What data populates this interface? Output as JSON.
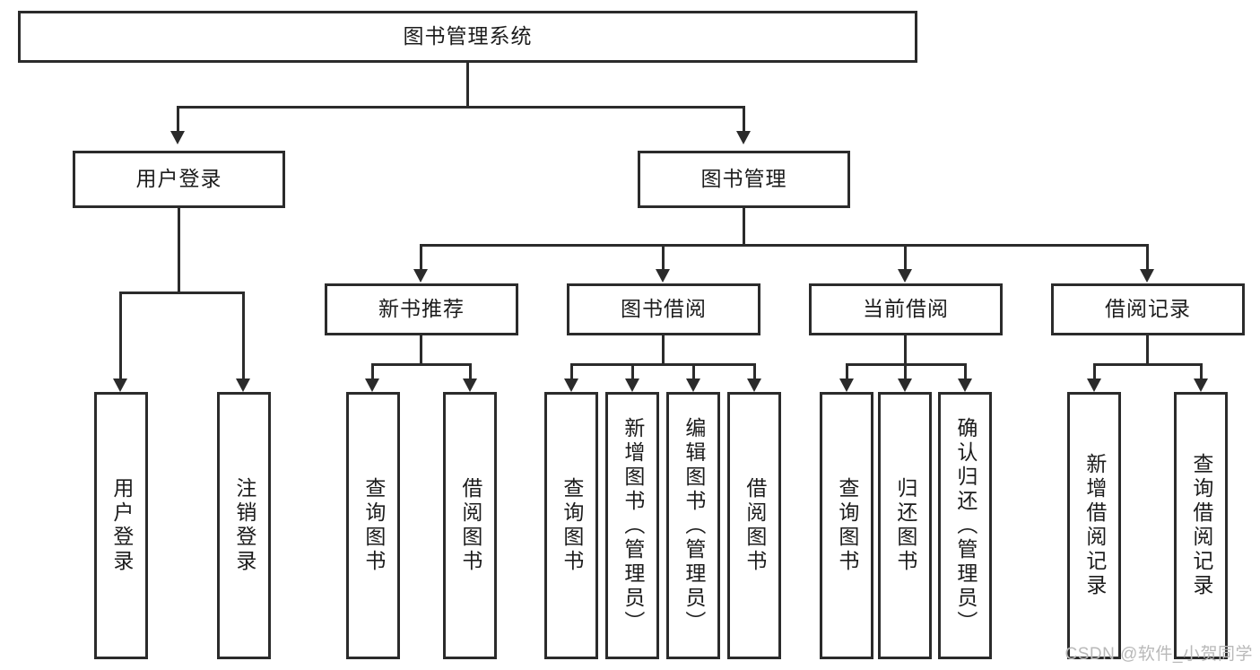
{
  "diagram": {
    "title": "图书管理系统",
    "type": "hierarchy-tree",
    "root": {
      "label": "图书管理系统"
    },
    "level2": [
      {
        "label": "用户登录"
      },
      {
        "label": "图书管理"
      }
    ],
    "level3": [
      {
        "label": "新书推荐"
      },
      {
        "label": "图书借阅"
      },
      {
        "label": "当前借阅"
      },
      {
        "label": "借阅记录"
      }
    ],
    "leaves": {
      "user_login": [
        {
          "label": "用户登录"
        },
        {
          "label": "注销登录"
        }
      ],
      "new_book_recommend": [
        {
          "label": "查询图书"
        },
        {
          "label": "借阅图书"
        }
      ],
      "book_borrow": [
        {
          "label": "查询图书"
        },
        {
          "label": "新增图书（管理员）"
        },
        {
          "label": "编辑图书（管理员）"
        },
        {
          "label": "借阅图书"
        }
      ],
      "current_borrow": [
        {
          "label": "查询图书"
        },
        {
          "label": "归还图书"
        },
        {
          "label": "确认归还（管理员）"
        }
      ],
      "borrow_record": [
        {
          "label": "新增借阅记录"
        },
        {
          "label": "查询借阅记录"
        }
      ]
    }
  },
  "watermark": {
    "text": "CSDN @软件_小贺同学"
  },
  "colors": {
    "line": "#2b2b2b",
    "box_border": "#2b2b2b",
    "box_fill": "#ffffff",
    "text": "#1c1c1c",
    "watermark": "#b9b9b9",
    "background": "#ffffff"
  }
}
